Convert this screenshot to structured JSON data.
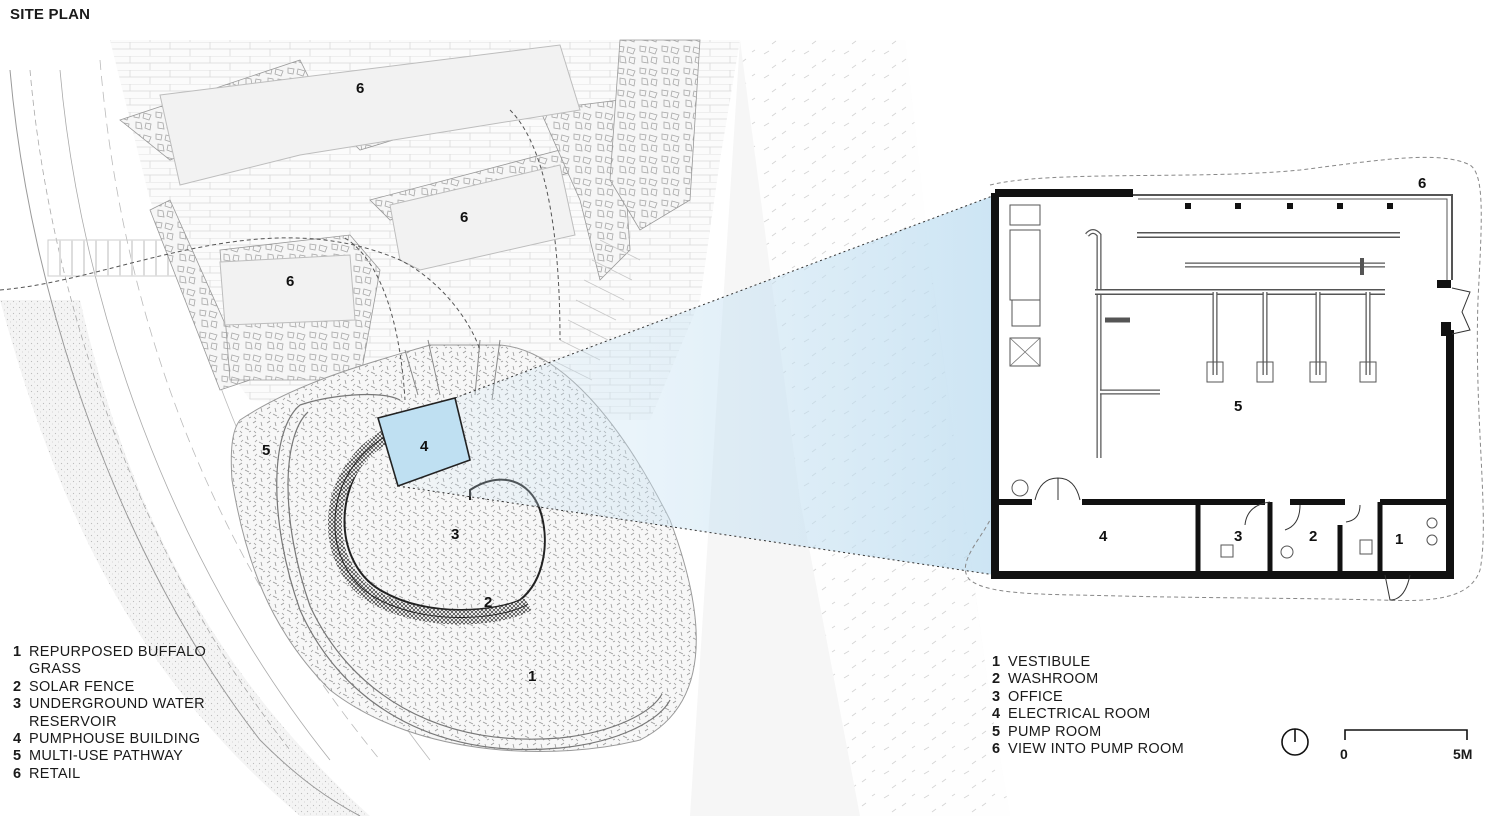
{
  "title": "SITE PLAN",
  "site_legend": [
    {
      "num": "1",
      "text": "REPURPOSED BUFFALO GRASS"
    },
    {
      "num": "2",
      "text": "SOLAR FENCE"
    },
    {
      "num": "3",
      "text": "UNDERGROUND WATER RESERVOIR"
    },
    {
      "num": "4",
      "text": "PUMPHOUSE BUILDING"
    },
    {
      "num": "5",
      "text": "MULTI-USE PATHWAY"
    },
    {
      "num": "6",
      "text": "RETAIL"
    }
  ],
  "plan_legend": [
    {
      "num": "1",
      "text": "VESTIBULE"
    },
    {
      "num": "2",
      "text": "WASHROOM"
    },
    {
      "num": "3",
      "text": "OFFICE"
    },
    {
      "num": "4",
      "text": "ELECTRICAL ROOM"
    },
    {
      "num": "5",
      "text": "PUMP ROOM"
    },
    {
      "num": "6",
      "text": "VIEW INTO PUMP ROOM"
    }
  ],
  "site_labels": {
    "retail_a": "6",
    "retail_b": "6",
    "retail_c": "6",
    "pathway": "5",
    "pumphouse": "4",
    "reservoir": "3",
    "fence": "2",
    "grass": "1"
  },
  "plan_labels": {
    "view": "6",
    "pump_room": "5",
    "electrical": "4",
    "office": "3",
    "washroom": "2",
    "vestibule": "1"
  },
  "scale": {
    "start": "0",
    "end": "5M"
  },
  "colors": {
    "highlight": "#bfe0f2",
    "wall": "#111111",
    "line": "#888888"
  }
}
